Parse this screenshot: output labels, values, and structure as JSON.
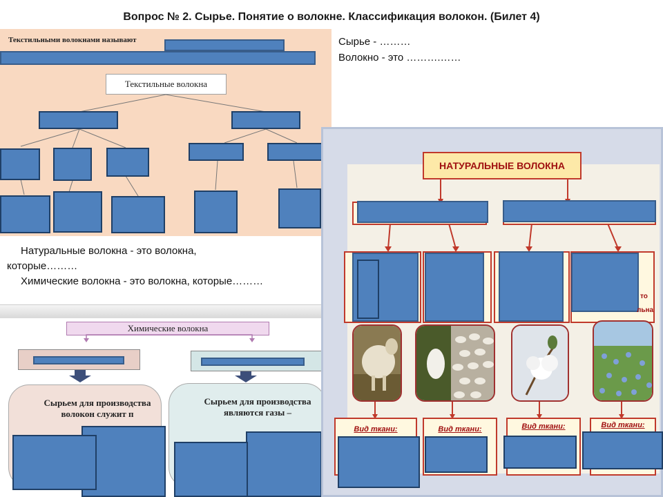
{
  "title": "Вопрос № 2. Сырье. Понятие о волокне. Классификация волокон.  (Билет 4)",
  "top_left": {
    "intro_text": "Текстильными волокнами называют",
    "root_label": "Текстильные волокна"
  },
  "defs_right": {
    "raw": "Сырье - ………",
    "fiber": "Волокно - это ……….……"
  },
  "defs_left": {
    "natural_line1": "Натуральные волокна - это волокна,",
    "natural_line2": "которые………",
    "chemical": "Химические волокна - это волокна, которые………"
  },
  "chemical": {
    "title": "Химические волокна",
    "left_oval": "Сырьем для производства волокон служит п",
    "right_oval": "Сырьем для производства являются газы –"
  },
  "natural": {
    "title": "НАТУРАЛЬНЫЕ ВОЛОКНА",
    "fabric_label": "Вид ткани:",
    "fabric_label_2": "Вид ткани:",
    "fabric_label_3": "Вид ткани:",
    "fabric_label_4": "Вид ткани:",
    "partial_text_1": "то",
    "partial_text_2": "льна"
  },
  "colors": {
    "placeholder_fill": "#4f81bd",
    "placeholder_border": "#385d8a",
    "peach_bg": "#f9d9c1",
    "accent_red": "#c0392b"
  }
}
